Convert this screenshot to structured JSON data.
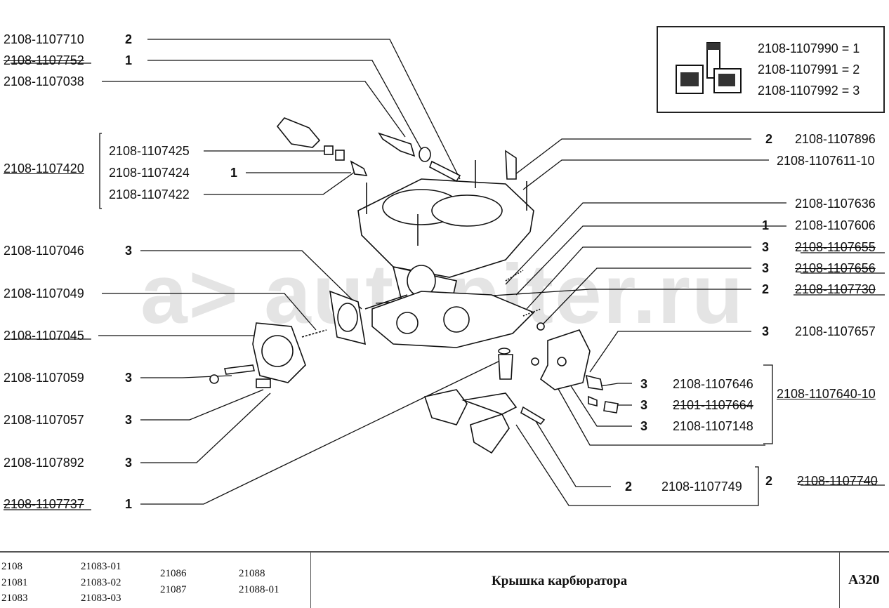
{
  "watermark": "a> autopiter.ru",
  "labels": {
    "l1": "2108-1107710",
    "l1n": "2",
    "l2": "2108-1107752",
    "l2n": "1",
    "l3": "2108-1107038",
    "l4": "2108-1107420",
    "l5": "2108-1107425",
    "l6": "2108-1107424",
    "l6n": "1",
    "l7": "2108-1107422",
    "l8": "2108-1107046",
    "l8n": "3",
    "l9": "2108-1107049",
    "l10": "2108-1107045",
    "l11": "2108-1107059",
    "l11n": "3",
    "l12": "2108-1107057",
    "l12n": "3",
    "l13": "2108-1107892",
    "l13n": "3",
    "l14": "2108-1107737",
    "l14n": "1",
    "r1": "2108-1107896",
    "r1n": "2",
    "r2": "2108-1107611-10",
    "r3": "2108-1107636",
    "r4": "2108-1107606",
    "r4n": "1",
    "r5": "2108-1107655",
    "r5n": "3",
    "r6": "2108-1107656",
    "r6n": "3",
    "r7": "2108-1107730",
    "r7n": "2",
    "r8": "2108-1107657",
    "r8n": "3",
    "r9": "2108-1107646",
    "r9n": "3",
    "r10": "2101-1107664",
    "r10n": "3",
    "r11": "2108-1107148",
    "r11n": "3",
    "r12": "2108-1107640-10",
    "r13": "2108-1107749",
    "r13n": "2",
    "r14": "2108-1107740",
    "r14n": "2"
  },
  "legend": [
    "2108-1107990 = 1",
    "2108-1107991 = 2",
    "2108-1107992 = 3"
  ],
  "footer": {
    "models": [
      "2108",
      "21081",
      "21083",
      "21083-01",
      "21083-02",
      "21083-03",
      "21086",
      "21087",
      "21088",
      "21088-01"
    ],
    "title": "Крышка карбюратора",
    "code": "A320"
  }
}
